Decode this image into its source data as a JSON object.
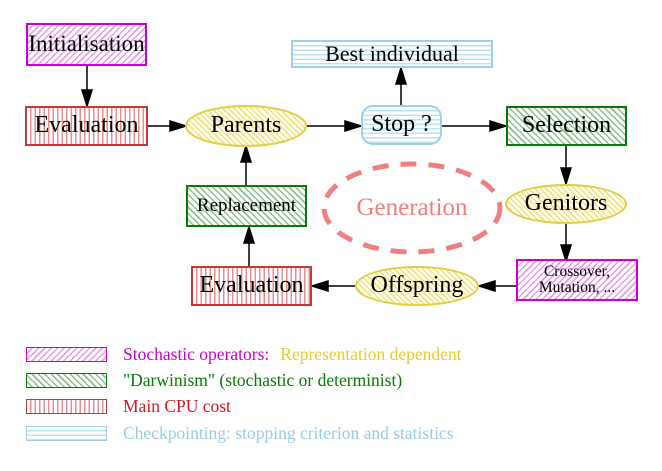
{
  "diagram": {
    "title_implicit": "Evolutionary algorithm flow",
    "nodes": {
      "initialisation": {
        "label": "Initialisation",
        "style": "magenta-hatch"
      },
      "evaluation_top": {
        "label": "Evaluation",
        "style": "red-stripes"
      },
      "parents": {
        "label": "Parents",
        "style": "yellow-ellipse"
      },
      "best_individual": {
        "label": "Best individual",
        "style": "cyan-stripes"
      },
      "stop": {
        "label": "Stop ?",
        "style": "cyan-stripes-rounded"
      },
      "selection": {
        "label": "Selection",
        "style": "green-hatch"
      },
      "genitors": {
        "label": "Genitors",
        "style": "yellow-ellipse"
      },
      "crossover_mutation": {
        "line1": "Crossover,",
        "line2": "Mutation, ...",
        "style": "magenta-hatch"
      },
      "offspring": {
        "label": "Offspring",
        "style": "yellow-ellipse"
      },
      "evaluation_bottom": {
        "label": "Evaluation",
        "style": "red-stripes"
      },
      "replacement": {
        "label": "Replacement",
        "style": "green-hatch"
      },
      "generation": {
        "label": "Generation",
        "style": "salmon-dashed-ellipse"
      }
    },
    "edges": [
      {
        "from": "initialisation",
        "to": "evaluation_top",
        "direction": "down"
      },
      {
        "from": "evaluation_top",
        "to": "parents",
        "direction": "right"
      },
      {
        "from": "parents",
        "to": "stop",
        "direction": "right"
      },
      {
        "from": "stop",
        "to": "best_individual",
        "direction": "up"
      },
      {
        "from": "stop",
        "to": "selection",
        "direction": "right"
      },
      {
        "from": "selection",
        "to": "genitors",
        "direction": "down"
      },
      {
        "from": "genitors",
        "to": "crossover_mutation",
        "direction": "down"
      },
      {
        "from": "crossover_mutation",
        "to": "offspring",
        "direction": "left"
      },
      {
        "from": "offspring",
        "to": "evaluation_bottom",
        "direction": "left"
      },
      {
        "from": "evaluation_bottom",
        "to": "replacement",
        "direction": "up"
      },
      {
        "from": "replacement",
        "to": "parents",
        "direction": "up"
      }
    ],
    "colors": {
      "magenta_border": "#cc00cc",
      "magenta_hatch": "#e79be7",
      "red_border": "#c03a3a",
      "red_stripe": "#e59090",
      "green_border": "#077a07",
      "green_hatch": "#8fbf8f",
      "cyan_border": "#9fd0e8",
      "cyan_stripe": "#bce3f3",
      "yellow_border": "#e2cd44",
      "yellow_hatch": "#f2e27d",
      "salmon": "#f08080",
      "gold_text": "#edcb2a",
      "arrow": "#000000"
    }
  },
  "legend": {
    "rows": [
      {
        "swatch_style": "magenta-hatch",
        "text": "Stochastic operators:",
        "text2": "Representation dependent"
      },
      {
        "swatch_style": "green-hatch",
        "text": "\"Darwinism\" (stochastic or determinist)"
      },
      {
        "swatch_style": "red-stripes",
        "text": "Main CPU cost"
      },
      {
        "swatch_style": "cyan-stripes",
        "text": "Checkpointing: stopping criterion and statistics"
      }
    ]
  }
}
